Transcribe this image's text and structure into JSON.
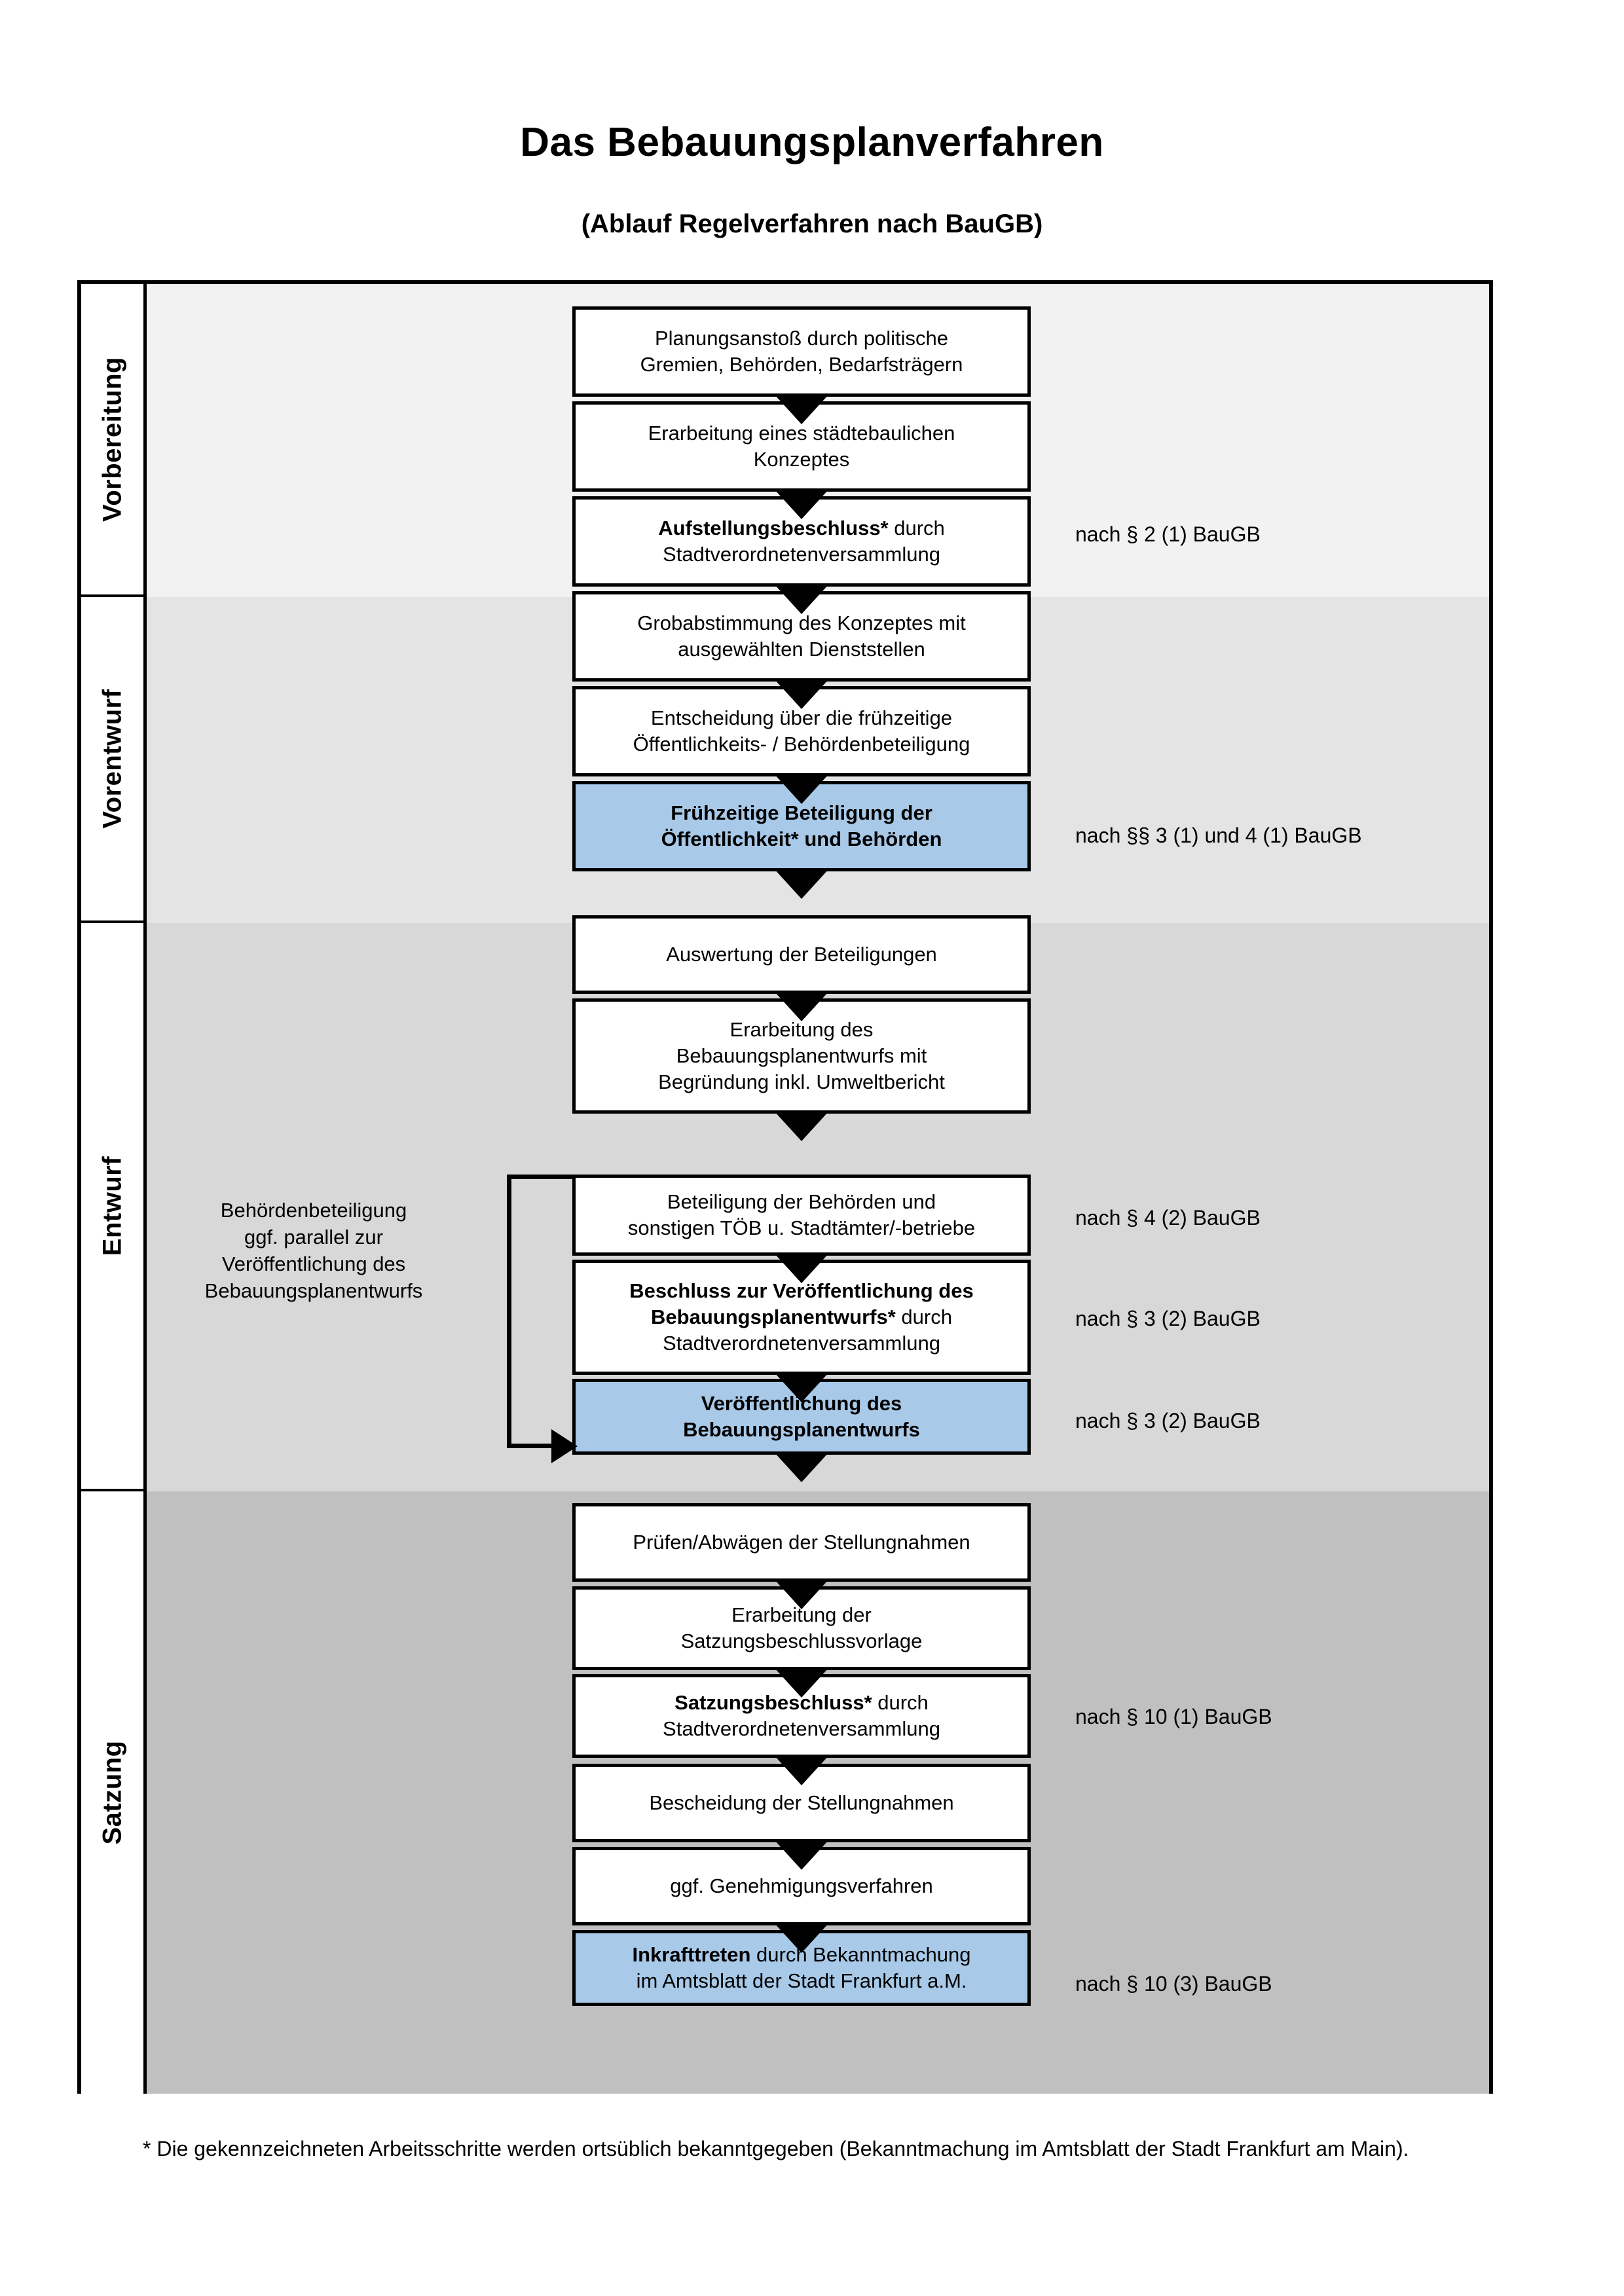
{
  "title": "Das Bebauungsplanverfahren",
  "subtitle": "(Ablauf Regelverfahren nach BauGB)",
  "phases": [
    {
      "label": "Vorbereitung"
    },
    {
      "label": "Vorentwurf"
    },
    {
      "label": "Entwurf"
    },
    {
      "label": "Satzung"
    }
  ],
  "steps": [
    {
      "id": "planungsanstoss",
      "line1": "Planungsanstoß durch politische",
      "line2": "Gremien, Behörden, Bedarfsträgern",
      "bold_prefix": "",
      "highlight": false
    },
    {
      "id": "konzept",
      "line1": "Erarbeitung eines städtebaulichen",
      "line2": "Konzeptes",
      "bold_prefix": "",
      "highlight": false
    },
    {
      "id": "aufstellungsbeschluss",
      "bold_prefix": "Aufstellungsbeschluss*",
      "line1": " durch",
      "line2": "Stadtverordnetenversammlung",
      "highlight": false
    },
    {
      "id": "grobabstimmung",
      "line1": "Grobabstimmung des Konzeptes mit",
      "line2": "ausgewählten Dienststellen",
      "bold_prefix": "",
      "highlight": false
    },
    {
      "id": "entscheidung-fruehzeitig",
      "line1": "Entscheidung über die frühzeitige",
      "line2": "Öffentlichkeits- / Behördenbeteiligung",
      "bold_prefix": "",
      "highlight": false
    },
    {
      "id": "fruehzeitige-beteiligung",
      "bold_prefix": "Frühzeitige Beteiligung der",
      "line1": "",
      "line2": "Öffentlichkeit* und Behörden",
      "all_bold": true,
      "highlight": true
    },
    {
      "id": "auswertung",
      "line1": "Auswertung der Beteiligungen",
      "line2": "",
      "bold_prefix": "",
      "highlight": false
    },
    {
      "id": "erarbeitung-entwurf",
      "line1": "Erarbeitung des",
      "line2": "Bebauungsplanentwurfs mit",
      "line3": "Begründung inkl. Umweltbericht",
      "bold_prefix": "",
      "highlight": false
    },
    {
      "id": "beteiligung-behoerden",
      "line1": "Beteiligung der Behörden und",
      "line2": "sonstigen TÖB u. Stadtämter/-betriebe",
      "bold_prefix": "",
      "highlight": false
    },
    {
      "id": "beschluss-veroeffentlichung",
      "bold_prefix": "Beschluss zur Veröffentlichung des",
      "bold_prefix2": "Bebauungsplanentwurfs*",
      "line1": " durch",
      "line2": "Stadtverordnetenversammlung",
      "highlight": false
    },
    {
      "id": "veroeffentlichung",
      "bold_prefix": "Veröffentlichung des",
      "line2": "Bebauungsplanentwurfs",
      "all_bold": true,
      "highlight": true
    },
    {
      "id": "pruefen-abwaegen",
      "line1": "Prüfen/Abwägen der Stellungnahmen",
      "line2": "",
      "bold_prefix": "",
      "highlight": false
    },
    {
      "id": "satzungsbeschlussvorlage",
      "line1": "Erarbeitung der",
      "line2": "Satzungsbeschlussvorlage",
      "bold_prefix": "",
      "highlight": false
    },
    {
      "id": "satzungsbeschluss",
      "bold_prefix": "Satzungsbeschluss*",
      "line1": " durch",
      "line2": "Stadtverordnetenversammlung",
      "highlight": false
    },
    {
      "id": "bescheidung",
      "line1": "Bescheidung der Stellungnahmen",
      "line2": "",
      "bold_prefix": "",
      "highlight": false
    },
    {
      "id": "genehmigungsverfahren",
      "line1": "ggf. Genehmigungsverfahren",
      "line2": "",
      "bold_prefix": "",
      "highlight": false
    },
    {
      "id": "inkrafttreten",
      "bold_prefix": "Inkrafttreten",
      "line1": " durch Bekanntmachung",
      "line2": "im Amtsblatt der Stadt Frankfurt a.M.",
      "highlight": true
    }
  ],
  "references": [
    {
      "id": "ref-1",
      "text": "nach § 2 (1) BauGB"
    },
    {
      "id": "ref-2",
      "text": "nach §§ 3 (1) und 4 (1) BauGB"
    },
    {
      "id": "ref-3",
      "text": "nach § 4 (2) BauGB"
    },
    {
      "id": "ref-4",
      "text": "nach § 3 (2) BauGB"
    },
    {
      "id": "ref-5",
      "text": "nach § 3 (2) BauGB"
    },
    {
      "id": "ref-6",
      "text": "nach § 10 (1) BauGB"
    },
    {
      "id": "ref-7",
      "text": "nach § 10 (3) BauGB"
    }
  ],
  "side_note": {
    "line1": "Behördenbeteiligung",
    "line2": "ggf. parallel zur",
    "line3": "Veröffentlichung des",
    "line4": "Bebauungsplanentwurfs"
  },
  "footnote": "* Die gekennzeichneten Arbeitsschritte werden ortsüblich bekanntgegeben (Bekanntmachung im Amtsblatt  der Stadt Frankfurt am Main).",
  "colors": {
    "highlight_box": "#a8c9e8",
    "band_vorbereitung": "#f2f2f2",
    "band_vorentwurf": "#e4e4e4",
    "band_entwurf": "#d8d8d8",
    "band_satzung": "#c0c0c0",
    "line": "#000000"
  }
}
